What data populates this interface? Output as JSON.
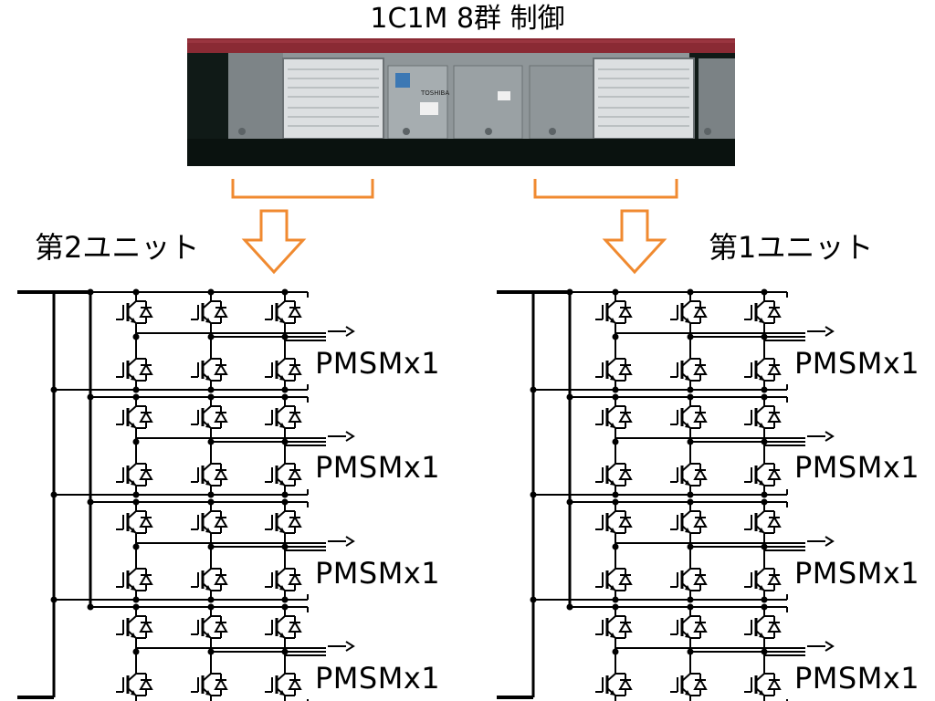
{
  "title": "1C1M 8群 制御",
  "photo": {
    "brand": "TOSHIBA",
    "colors": {
      "roof": "#8a2a34",
      "body": "#0f1a16",
      "panel": "#9ea5a8",
      "grille": "#dfe2e4",
      "accent": "#f08a30"
    }
  },
  "units": [
    {
      "label": "第2ユニット",
      "outputs": [
        "PMSMx1",
        "PMSMx1",
        "PMSMx1",
        "PMSMx1"
      ]
    },
    {
      "label": "第1ユニット",
      "outputs": [
        "PMSMx1",
        "PMSMx1",
        "PMSMx1",
        "PMSMx1"
      ]
    }
  ],
  "arrow_glyph": "→"
}
